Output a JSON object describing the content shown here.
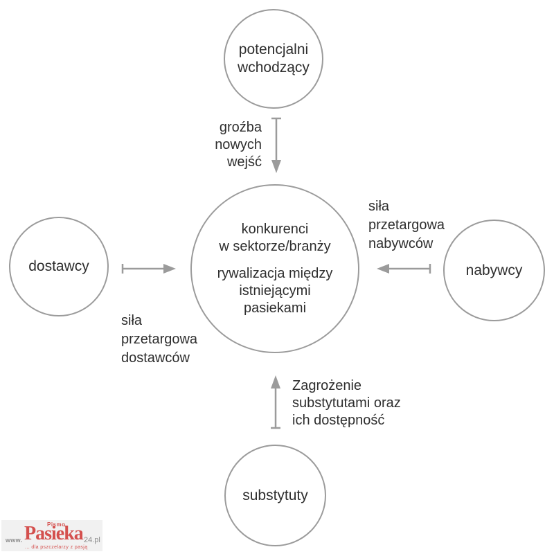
{
  "diagram": {
    "title": "five-forces-diagram",
    "nodes": {
      "potential_entrants": "potencjalni\nwchodzący",
      "suppliers": "dostawcy",
      "buyers": "nabywcy",
      "substitutes": "substytuty",
      "center_para_1": "konkurenci\nw sektorze/branży",
      "center_para_2": "rywalizacja między\nistniejącymi\npasiekami"
    },
    "edge_labels": {
      "threat_of_new_entries": "groźba\nnowych\nwejść",
      "buyers_bargaining_power": "siła\nprzetargowa\nnabywców",
      "suppliers_bargaining_power": "siła\nprzetargowa\ndostawców",
      "substitutes_threat": "Zagrożenie\nsubstytutami oraz\nich dostępność"
    },
    "colors": {
      "circle_stroke": "#9b9b9b",
      "arrow": "#9b9b9b",
      "text": "#2e2e2e"
    }
  },
  "logo": {
    "www": "www.",
    "pismo": "Pismo",
    "name": "Pasieka",
    "suffix": "24.pl",
    "tagline": "... dla pszczelarzy z pasją",
    "accent": "#d4504e"
  }
}
